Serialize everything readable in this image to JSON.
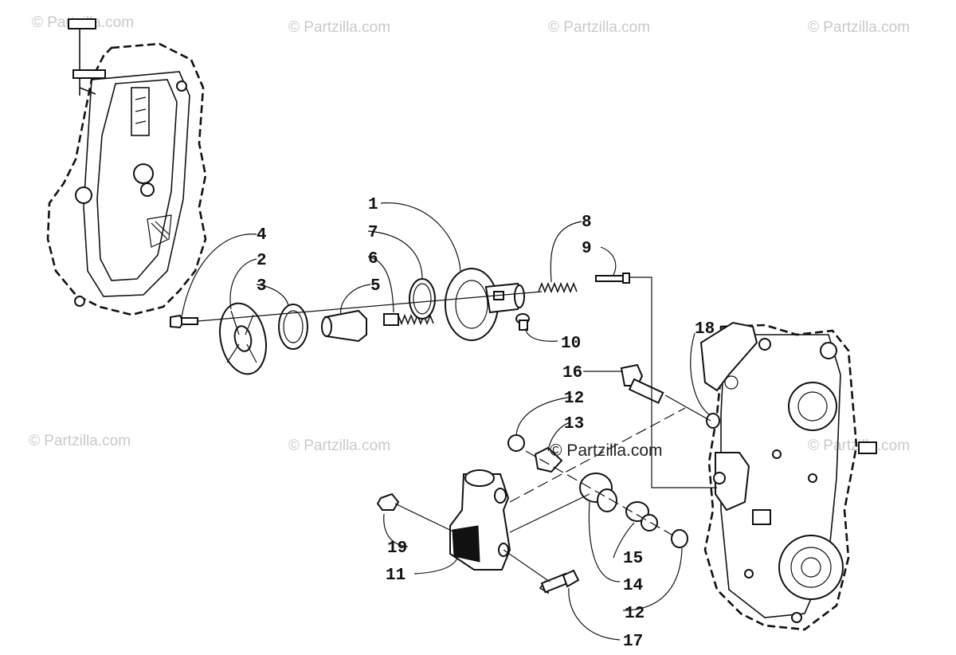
{
  "watermarks": {
    "text": "© Partzilla.com",
    "center": "© Partzilla.com"
  },
  "callouts": {
    "c1": "1",
    "c2": "2",
    "c3": "3",
    "c4": "4",
    "c5": "5",
    "c6": "6",
    "c7": "7",
    "c8": "8",
    "c9": "9",
    "c10": "10",
    "c11": "11",
    "c12a": "12",
    "c12b": "12",
    "c13": "13",
    "c14": "14",
    "c15": "15",
    "c16": "16",
    "c17": "17",
    "c18": "18",
    "c19": "19"
  }
}
